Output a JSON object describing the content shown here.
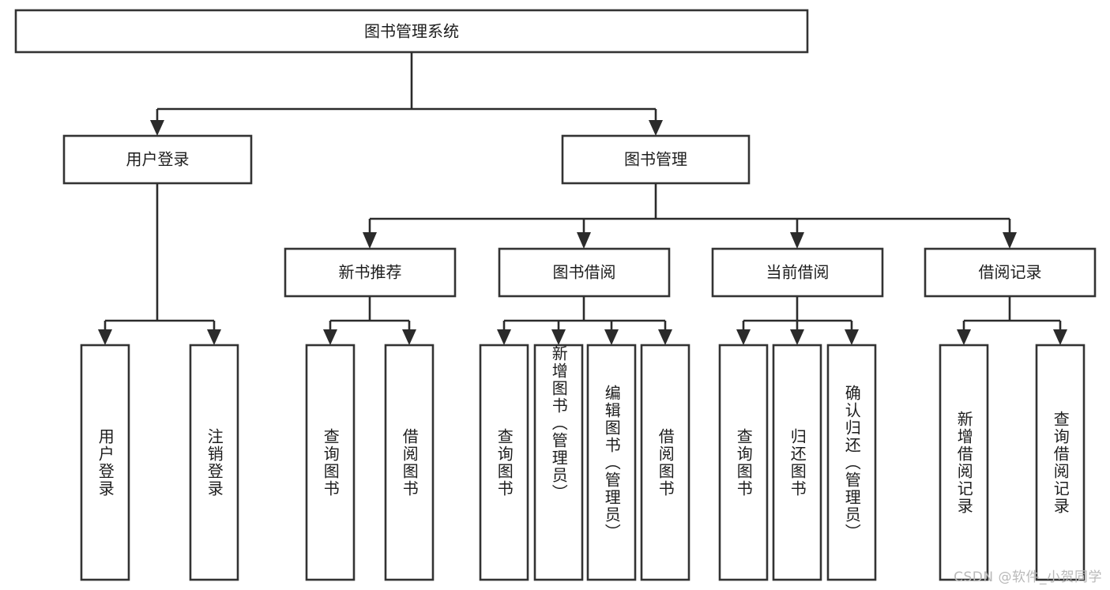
{
  "diagram": {
    "type": "tree",
    "title": "图书管理系统",
    "orientation": "top-down",
    "root": {
      "label": "图书管理系统"
    },
    "level2": [
      {
        "id": "user-login",
        "label": "用户登录"
      },
      {
        "id": "book-manage",
        "label": "图书管理"
      }
    ],
    "level3": [
      {
        "id": "new-book-recommend",
        "label": "新书推荐",
        "parent": "book-manage"
      },
      {
        "id": "book-borrow",
        "label": "图书借阅",
        "parent": "book-manage"
      },
      {
        "id": "current-borrow",
        "label": "当前借阅",
        "parent": "book-manage"
      },
      {
        "id": "borrow-record",
        "label": "借阅记录",
        "parent": "book-manage"
      }
    ],
    "leaves": {
      "user-login": [
        {
          "id": "leaf-user-login",
          "label": "用户登录"
        },
        {
          "id": "leaf-user-logout",
          "label": "注销登录"
        }
      ],
      "new-book-recommend": [
        {
          "id": "leaf-query-book-1",
          "label": "查询图书"
        },
        {
          "id": "leaf-borrow-book-1",
          "label": "借阅图书"
        }
      ],
      "book-borrow": [
        {
          "id": "leaf-query-book-2",
          "label": "查询图书"
        },
        {
          "id": "leaf-add-book",
          "label": "新增图书（管理员）"
        },
        {
          "id": "leaf-edit-book",
          "label": "编辑图书（管理员）"
        },
        {
          "id": "leaf-borrow-book-2",
          "label": "借阅图书"
        }
      ],
      "current-borrow": [
        {
          "id": "leaf-query-book-3",
          "label": "查询图书"
        },
        {
          "id": "leaf-return-book",
          "label": "归还图书"
        },
        {
          "id": "leaf-confirm-return",
          "label": "确认归还（管理员）"
        }
      ],
      "borrow-record": [
        {
          "id": "leaf-add-record",
          "label": "新增借阅记录"
        },
        {
          "id": "leaf-query-record",
          "label": "查询借阅记录"
        }
      ]
    }
  },
  "colors": {
    "box_stroke": "#333333",
    "box_fill": "#ffffff",
    "connector": "#2b2b2b",
    "text": "#1d1d1d",
    "watermark": "#b9b9b9",
    "background": "#ffffff"
  },
  "watermark": {
    "text": "CSDN @软件_小贺同学"
  }
}
